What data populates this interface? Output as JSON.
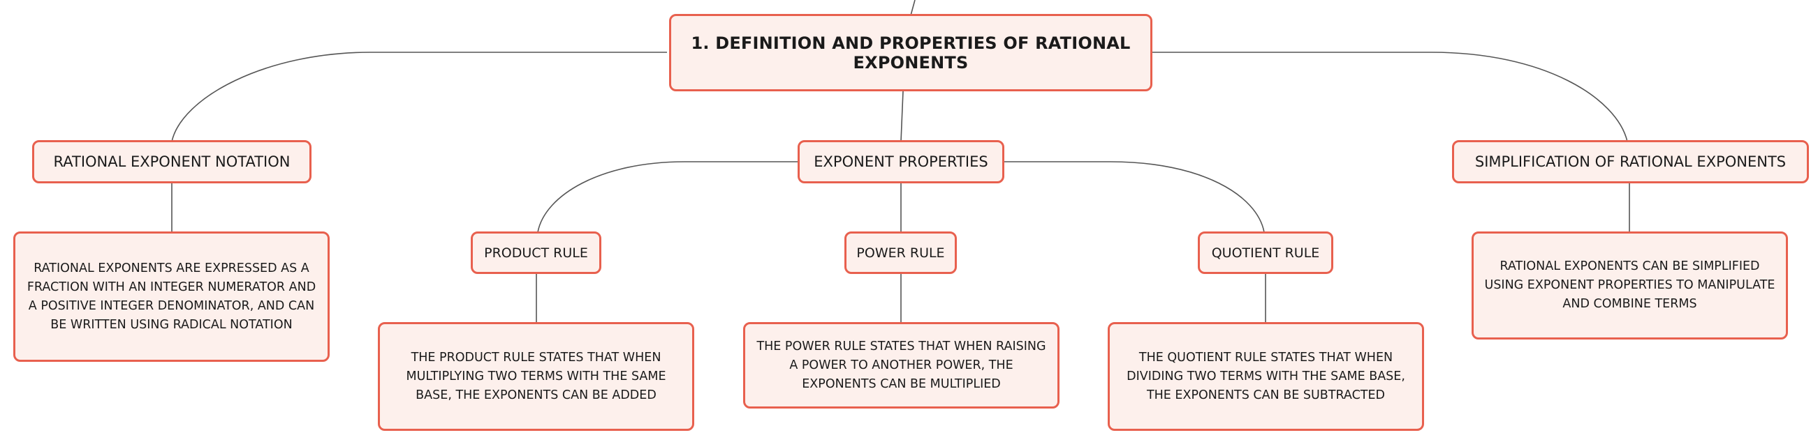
{
  "root": {
    "label": "1. DEFINITION AND PROPERTIES OF RATIONAL EXPONENTS"
  },
  "topics": {
    "notation": {
      "label": "RATIONAL EXPONENT NOTATION",
      "description": "RATIONAL EXPONENTS ARE EXPRESSED AS A FRACTION WITH AN INTEGER NUMERATOR AND A POSITIVE INTEGER DENOMINATOR, AND CAN BE WRITTEN USING RADICAL NOTATION"
    },
    "properties": {
      "label": "EXPONENT PROPERTIES",
      "product_rule": {
        "label": "PRODUCT RULE",
        "description": "THE PRODUCT RULE STATES THAT WHEN MULTIPLYING TWO TERMS WITH THE SAME BASE, THE EXPONENTS CAN BE ADDED"
      },
      "power_rule": {
        "label": "POWER RULE",
        "description": "THE POWER RULE STATES THAT WHEN RAISING A POWER TO ANOTHER POWER, THE EXPONENTS CAN BE MULTIPLIED"
      },
      "quotient_rule": {
        "label": "QUOTIENT RULE",
        "description": "THE QUOTIENT RULE STATES THAT WHEN DIVIDING TWO TERMS WITH THE SAME BASE, THE EXPONENTS CAN BE SUBTRACTED"
      }
    },
    "simplification": {
      "label": "SIMPLIFICATION OF RATIONAL EXPONENTS",
      "description": "RATIONAL EXPONENTS CAN BE SIMPLIFIED USING EXPONENT PROPERTIES TO MANIPULATE AND COMBINE TERMS"
    }
  },
  "colors": {
    "node_border": "#e8604e",
    "node_fill": "#fdf0ec",
    "connector": "#555555",
    "text": "#1a1a1a"
  }
}
